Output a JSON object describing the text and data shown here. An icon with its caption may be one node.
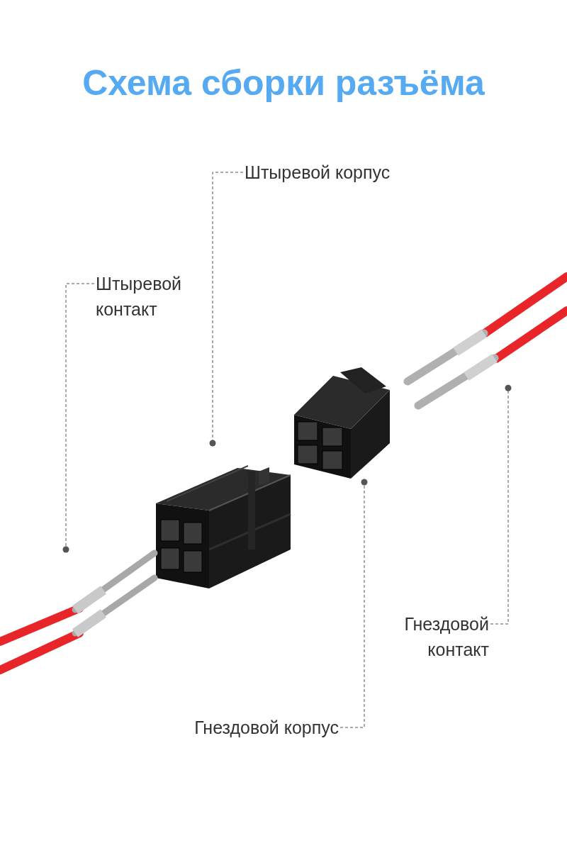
{
  "diagram": {
    "title": "Схема сборки разъёма",
    "nodes": [
      {
        "text": [
          "Штыревой корпус"
        ]
      },
      {
        "text": [
          "Штыревой контакт"
        ]
      },
      {
        "text": [
          "Гнездовой контакт"
        ]
      },
      {
        "text": [
          "Гнездовой корпус"
        ]
      },
      {
        "text": [],
        "shape": "picture"
      },
      {
        "text": [],
        "shape": "picture"
      },
      {
        "text": [],
        "shape": "picture"
      },
      {
        "text": [],
        "shape": "picture"
      }
    ],
    "edges": [
      {
        "from": 0,
        "to": 4,
        "arrow": "other",
        "style": "dashed"
      },
      {
        "from": 1,
        "to": 5,
        "arrow": "other",
        "style": "dashed"
      },
      {
        "from": 2,
        "to": 7,
        "arrow": "other",
        "style": "dashed"
      },
      {
        "from": 3,
        "to": 6,
        "arrow": "other",
        "style": "dashed"
      }
    ]
  }
}
